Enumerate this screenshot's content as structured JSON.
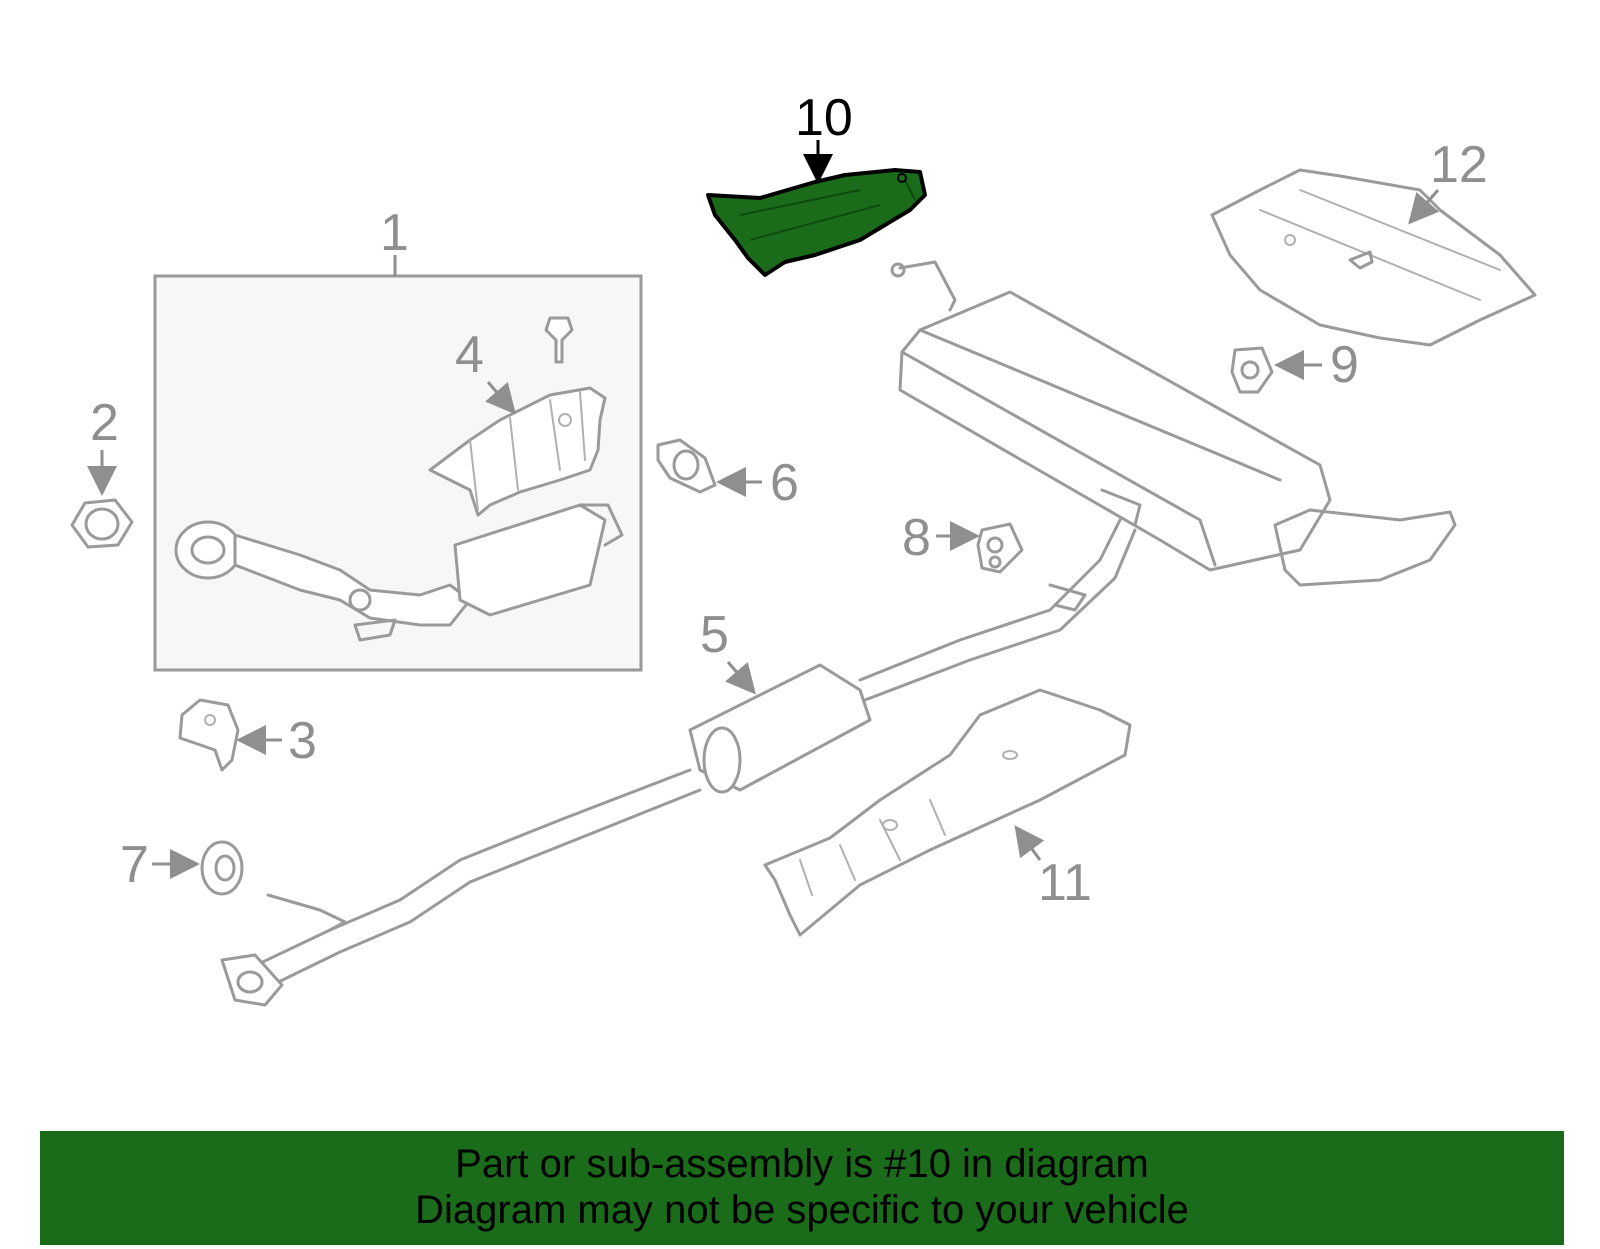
{
  "diagram": {
    "callouts": [
      "1",
      "2",
      "3",
      "4",
      "5",
      "6",
      "7",
      "8",
      "9",
      "10",
      "11",
      "12"
    ],
    "highlighted_callout": "10",
    "highlight_color": "#1a6b1a",
    "part_stroke_color": "#9a9a9a"
  },
  "banner": {
    "line1": "Part or sub-assembly is #10 in diagram",
    "line2": "Diagram may not be specific to your vehicle",
    "background": "#1a6b1a"
  }
}
